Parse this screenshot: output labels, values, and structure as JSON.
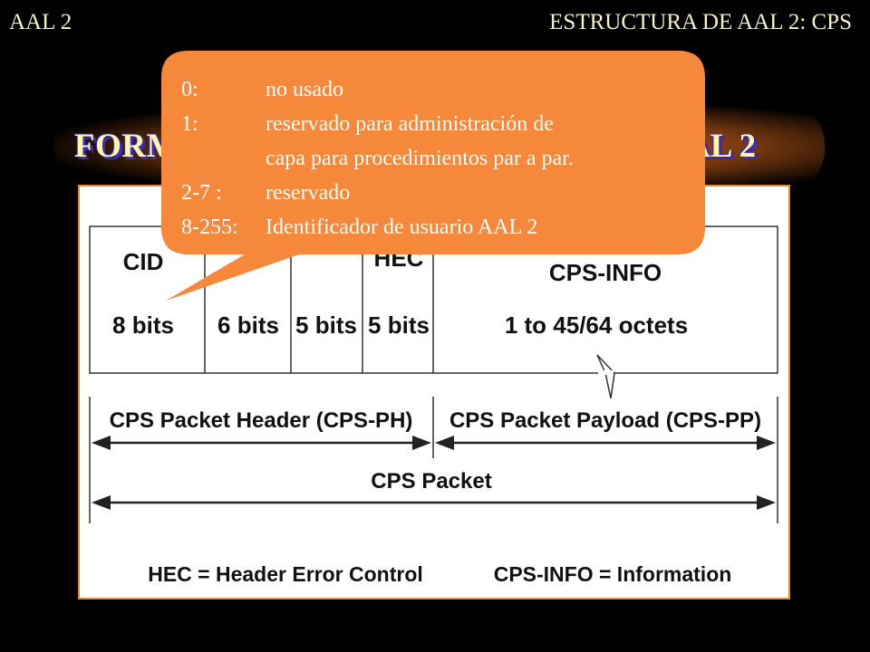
{
  "header": {
    "left": "AAL 2",
    "right": "ESTRUCTURA DE AAL 2: CPS"
  },
  "title": {
    "left_fragment": "FORM",
    "right_fragment": "AL 2"
  },
  "diagram": {
    "fields": [
      {
        "name": "CID",
        "size": "8 bits"
      },
      {
        "name": "",
        "size": "6 bits"
      },
      {
        "name": "",
        "size": "5 bits"
      },
      {
        "name": "HEC",
        "size": "5 bits"
      },
      {
        "name": "CPS-INFO",
        "size": "1 to 45/64 octets"
      }
    ],
    "header_span": "CPS Packet Header (CPS-PH)",
    "payload_span": "CPS Packet Payload (CPS-PP)",
    "packet_span": "CPS Packet",
    "legend_hec": "HEC = Header Error Control",
    "legend_info": "CPS-INFO = Information"
  },
  "callout": {
    "rows": [
      {
        "key": "0:",
        "value": "no usado"
      },
      {
        "key": "1:",
        "value": "reservado para administración de"
      },
      {
        "key": "",
        "value": "capa para procedimientos par a par."
      },
      {
        "key": "2-7 :",
        "value": "reservado"
      },
      {
        "key": "8-255:",
        "value": "Identificador de usuario AAL 2"
      }
    ],
    "fill": "#f5883a"
  }
}
